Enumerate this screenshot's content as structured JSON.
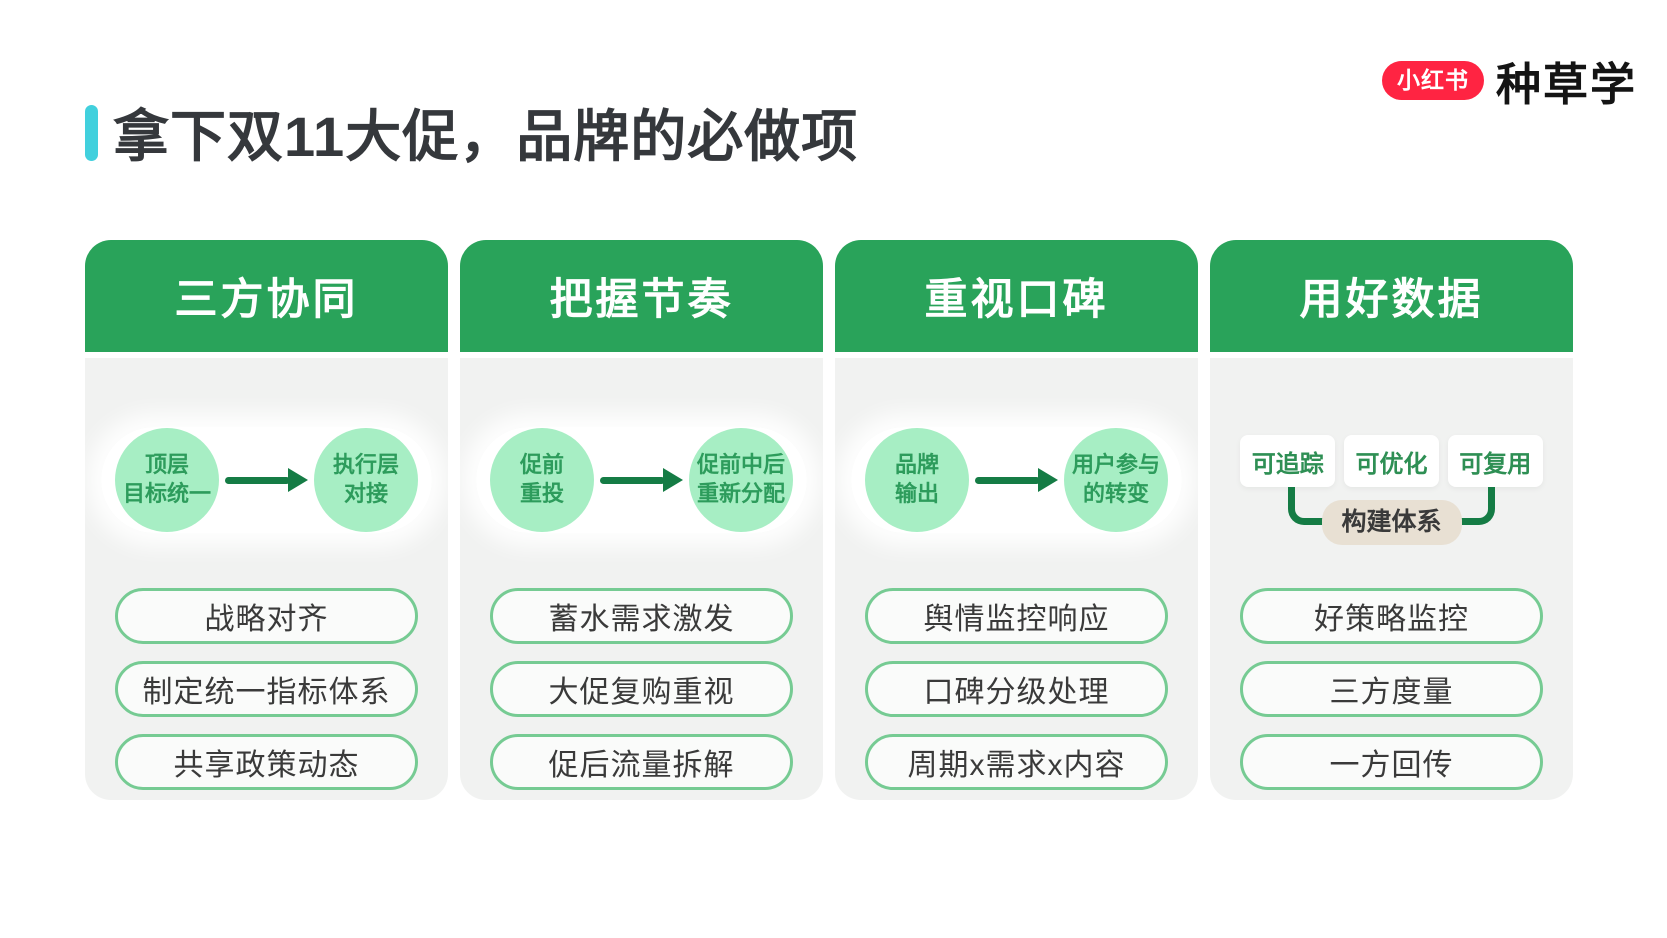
{
  "brand": {
    "badge": "小红书",
    "name": "种草学"
  },
  "title": "拿下双11大促，品牌的必做项",
  "colors": {
    "header_green": "#29A35A",
    "circle_fill_green": "#A7EEC4",
    "circle_text_green": "#2D9C5C",
    "arrow_green": "#157C45",
    "pill_border_green": "#76CB93",
    "body_gray": "#F1F2F1",
    "accent_cyan": "#41D0DD",
    "brand_red": "#FF2442",
    "label_beige": "#E8E0D3"
  },
  "columns": [
    {
      "header": "三方协同",
      "diagram": {
        "from1": "顶层",
        "from2": "目标统一",
        "to1": "执行层",
        "to2": "对接"
      },
      "pills": [
        "战略对齐",
        "制定统一指标体系",
        "共享政策动态"
      ]
    },
    {
      "header": "把握节奏",
      "diagram": {
        "from1": "促前",
        "from2": "重投",
        "to1": "促前中后",
        "to2": "重新分配"
      },
      "pills": [
        "蓄水需求激发",
        "大促复购重视",
        "促后流量拆解"
      ]
    },
    {
      "header": "重视口碑",
      "diagram": {
        "from1": "品牌",
        "from2": "输出",
        "to1": "用户参与",
        "to2": "的转变"
      },
      "pills": [
        "舆情监控响应",
        "口碑分级处理",
        "周期x需求x内容"
      ]
    },
    {
      "header": "用好数据",
      "diagram": {
        "tags": [
          "可追踪",
          "可优化",
          "可复用"
        ],
        "label": "构建体系"
      },
      "pills": [
        "好策略监控",
        "三方度量",
        "一方回传"
      ]
    }
  ]
}
